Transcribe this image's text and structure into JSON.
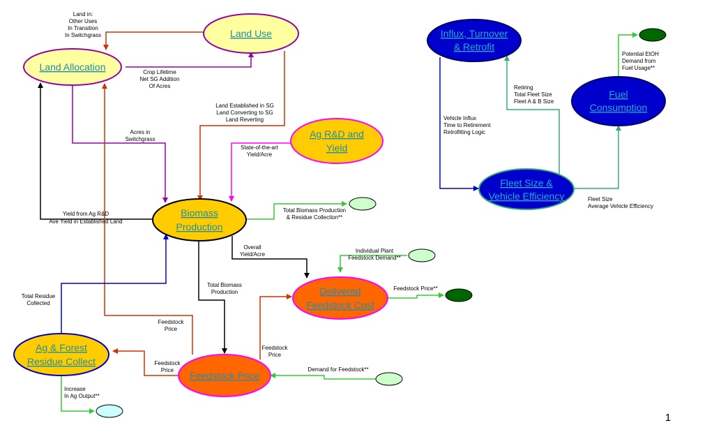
{
  "colors": {
    "yellow": "#ffffa0",
    "gold": "#ffcc00",
    "orange": "#ff6600",
    "blue": "#0000cc",
    "dark_green": "#006600",
    "light_green": "#ccffcc",
    "light_blue": "#ccffff",
    "link_text": "#1f8fa6",
    "purple": "#9900aa",
    "magenta": "#ff00ff",
    "red_line": "#cc3300",
    "green_line": "#33cc33",
    "teal_line": "#33aa77"
  },
  "nodes": {
    "land_use": {
      "label": "Land Use"
    },
    "land_allocation": {
      "label": "Land Allocation"
    },
    "ag_rd_yield": {
      "line1": "Ag R&D and",
      "line2": "Yield"
    },
    "biomass_production": {
      "line1": "Biomass",
      "line2": "Production"
    },
    "delivered_feedstock_cost": {
      "line1": "Delivered",
      "line2": "Feedstock Cost"
    },
    "ag_forest_residue": {
      "line1": "Ag & Forest",
      "line2": "Residue Collect"
    },
    "feedstock_price": {
      "label": "Feedstock Price"
    },
    "influx_turnover": {
      "line1": "Influx, Turnover",
      "line2": "& Retrofit"
    },
    "fuel_consumption": {
      "line1": "Fuel",
      "line2": "Consumption"
    },
    "fleet_size": {
      "line1": "Fleet Size &",
      "line2": "Vehicle Efficiency"
    }
  },
  "labels": {
    "land_in": [
      "Land in:",
      "Other Uses",
      "In Transition",
      "In Switchgrass"
    ],
    "crop_lifetime": [
      "Crop Lifetime",
      "Net SG Addition",
      "Of Acres"
    ],
    "land_established": [
      "Land Established in SG",
      "Land Converting to SG",
      "Land Reverting"
    ],
    "acres_switchgrass": [
      "Acres in",
      "Switchgrass"
    ],
    "state_of_art": [
      "State-of-the-art",
      "Yield/Acre"
    ],
    "yield_from_ag": [
      "Yield from Ag R&D",
      "Ave Yield in Established Land"
    ],
    "total_biomass_residue": [
      "Total Biomass Production",
      "& Residue Collection**"
    ],
    "overall_yield": [
      "Overall",
      "Yield/Acre"
    ],
    "individual_plant": [
      "Individual Plant",
      "Feedstock Demand**"
    ],
    "total_biomass_production": [
      "Total Biomass",
      "Production"
    ],
    "total_residue": [
      "Total Residue",
      "Collected"
    ],
    "feedstock_price_1": [
      "Feedstock",
      "Price"
    ],
    "feedstock_price_2": [
      "Feedstock",
      "Price"
    ],
    "feedstock_price_3": [
      "Feedstock",
      "Price"
    ],
    "feedstock_price_star": [
      "Feedstock Price**"
    ],
    "demand_feedstock": [
      "Demand for Feedstock**"
    ],
    "increase_ag": [
      "Increase",
      "In Ag Output**"
    ],
    "vehicle_influx": [
      "Vehicle Influx",
      "Time to Retirement",
      "Retrofitting Logic"
    ],
    "retiring": [
      "Retiring",
      "Total Fleet Size",
      "Fleet A & B Size"
    ],
    "potential_etoh": [
      "Potential EtOH",
      "Demand from",
      "Fuel Usage**"
    ],
    "fleet_size_avg": [
      "Fleet Size",
      "Average Vehicle Efficiency"
    ]
  },
  "page_number": "1"
}
